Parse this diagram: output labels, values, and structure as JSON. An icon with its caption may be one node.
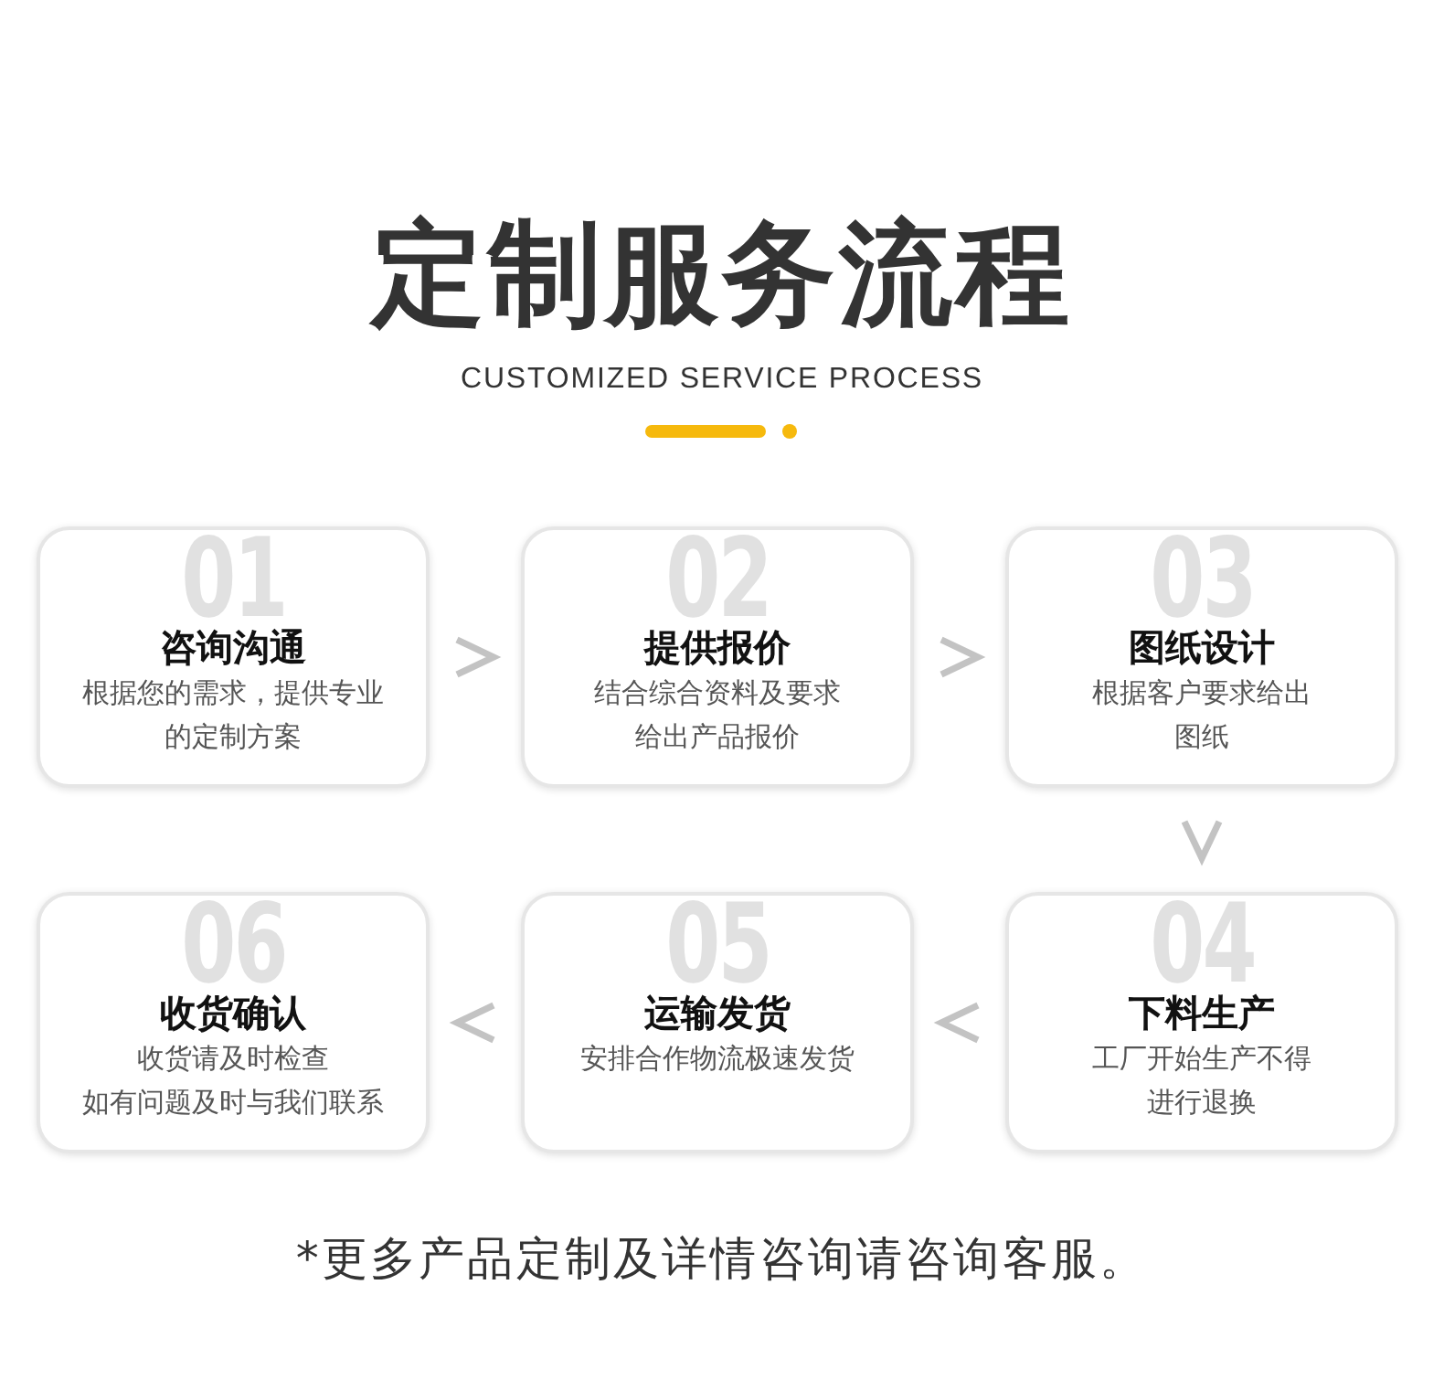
{
  "diagram": {
    "title": "定制服务流程",
    "nodes": [
      {
        "text": [
          "01",
          "咨询沟通",
          "根据您的需求，提供专业的定制方案"
        ]
      },
      {
        "text": [
          "02",
          "提供报价",
          "结合综合资料及要求给出产品报价"
        ]
      },
      {
        "text": [
          "03",
          "图纸设计",
          "根据客户要求给出图纸"
        ]
      },
      {
        "text": [
          "04",
          "下料生产",
          "工厂开始生产不得进行退换"
        ]
      },
      {
        "text": [
          "05",
          "运输发货",
          "安排合作物流极速发货"
        ]
      },
      {
        "text": [
          "06",
          "收货确认",
          "收货请及时检查如有问题及时与我们联系"
        ]
      }
    ],
    "edges": [
      {
        "from": 0,
        "to": 1,
        "arrow": "to"
      },
      {
        "from": 1,
        "to": 2,
        "arrow": "to"
      },
      {
        "from": 2,
        "to": 3,
        "arrow": "to"
      },
      {
        "from": 3,
        "to": 4,
        "arrow": "to"
      },
      {
        "from": 4,
        "to": 5,
        "arrow": "to"
      }
    ],
    "labels": [
      "CUSTOMIZED SERVICE PROCESS",
      "*更多产品定制及详情咨询请咨询客服。"
    ]
  }
}
